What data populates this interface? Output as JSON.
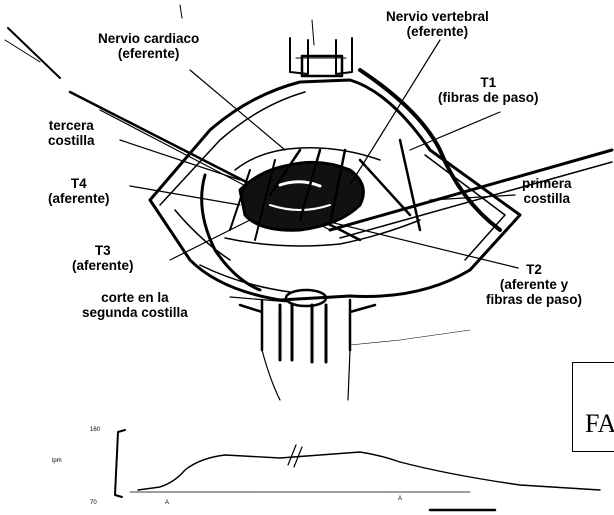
{
  "labels": {
    "nervio_cardiaco": [
      "Nervio cardiaco",
      "(eferente)"
    ],
    "nervio_vertebral": [
      "Nervio vertebral",
      "(eferente)"
    ],
    "t1": [
      "T1",
      "(fibras de paso)"
    ],
    "tercera_costilla": [
      "tercera",
      "costilla"
    ],
    "t4": [
      "T4",
      "(aferente)"
    ],
    "primera_costilla": [
      "primera",
      "costilla"
    ],
    "t3": [
      "T3",
      "(aferente)"
    ],
    "t2": [
      "T2",
      "(aferente y",
      "fibras de paso)"
    ],
    "corte": [
      "corte en la",
      "segunda costilla"
    ]
  },
  "trace": {
    "y_top_label": "160",
    "y_axis_label": "lpm",
    "y_bottom_label": "70",
    "marker_a": "A",
    "marker_b": "A"
  },
  "corner_box_text": "FA",
  "colors": {
    "ink": "#000000",
    "paper": "#ffffff"
  }
}
